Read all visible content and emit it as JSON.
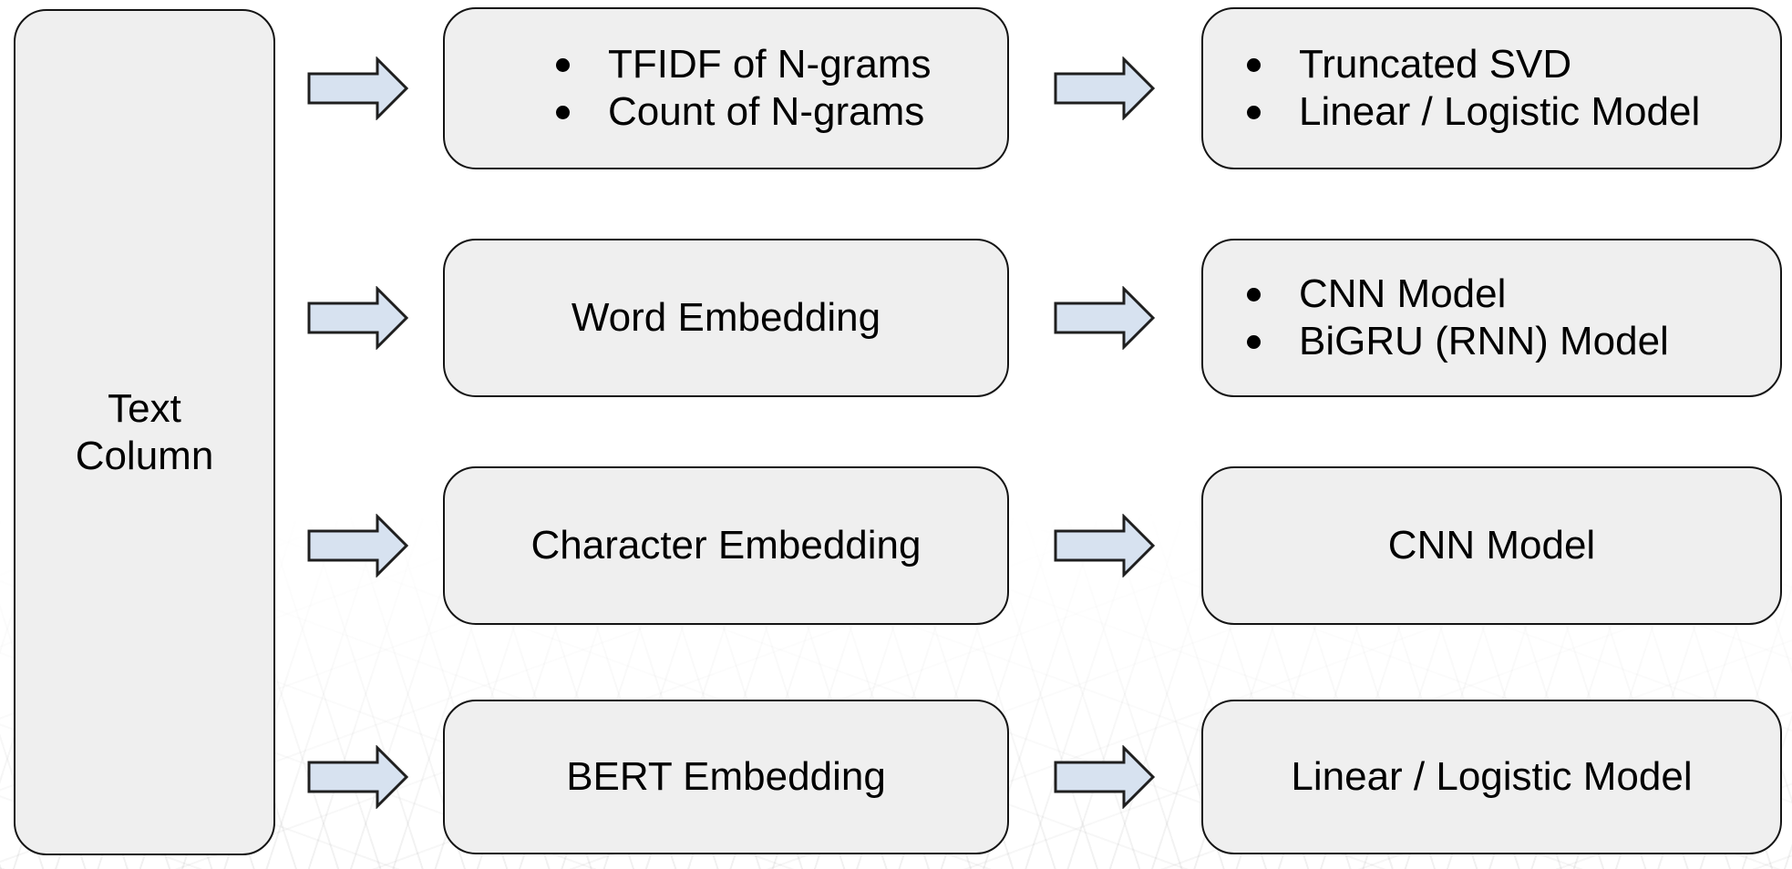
{
  "diagram": {
    "source": {
      "label": "Text Column",
      "line1": "Text",
      "line2": "Column"
    },
    "rows": [
      {
        "feature": {
          "style": "bullets",
          "items": [
            "TFIDF of N-grams",
            "Count of N-grams"
          ]
        },
        "model": {
          "style": "bullets",
          "items": [
            "Truncated SVD",
            "Linear / Logistic Model"
          ]
        }
      },
      {
        "feature": {
          "style": "plain",
          "label": "Word Embedding"
        },
        "model": {
          "style": "bullets",
          "items": [
            "CNN Model",
            "BiGRU (RNN) Model"
          ]
        }
      },
      {
        "feature": {
          "style": "plain",
          "label": "Character Embedding"
        },
        "model": {
          "style": "plain",
          "label": "CNN Model"
        }
      },
      {
        "feature": {
          "style": "plain",
          "label": "BERT Embedding"
        },
        "model": {
          "style": "plain",
          "label": "Linear / Logistic Model"
        }
      }
    ],
    "colors": {
      "background": "#ffffff",
      "box_fill": "#efefef",
      "box_border": "#141414",
      "arrow_fill": "#d7e2f0",
      "arrow_border": "#1f1f1f",
      "text": "#000000",
      "mesh_line": "#e8e8e8"
    }
  }
}
